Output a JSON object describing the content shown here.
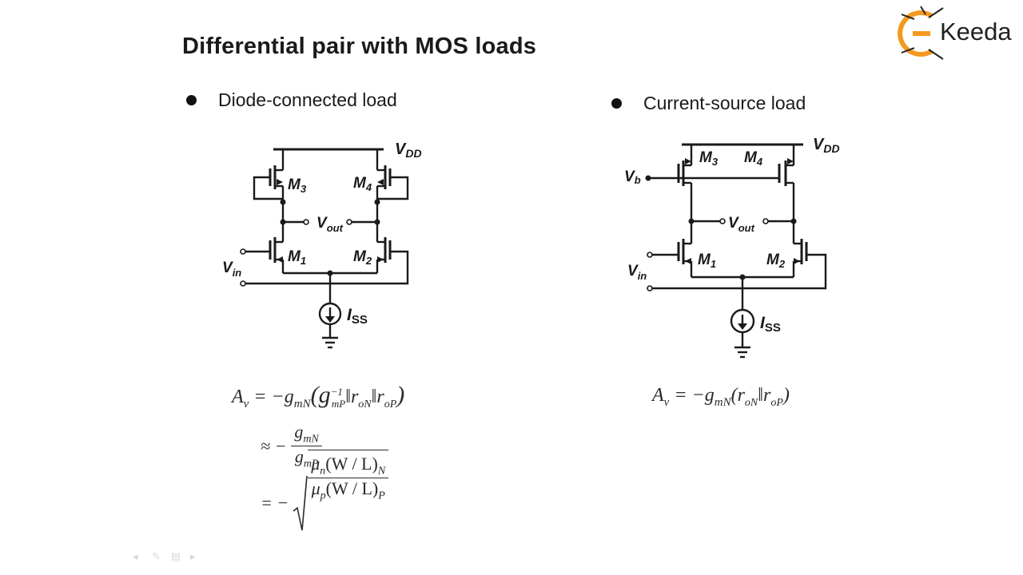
{
  "slide": {
    "title": "Differential pair with MOS loads",
    "logo_text": "Keeda"
  },
  "left": {
    "bullet": "Diode-connected load",
    "labels": {
      "vdd": "V",
      "vdd_sub": "DD",
      "m3": "M",
      "m3_sub": "3",
      "m4": "M",
      "m4_sub": "4",
      "m1": "M",
      "m1_sub": "1",
      "m2": "M",
      "m2_sub": "2",
      "vout": "V",
      "vout_sub": "out",
      "vin": "V",
      "vin_sub": "in",
      "iss": "I",
      "iss_sub": "SS"
    },
    "eq": {
      "line1_lhs": "A",
      "line1_lhs_sub": "v",
      "line1_rhs": "= −g",
      "line1_sub1": "mN",
      "line1_open": "(g",
      "line1_sup": "−1",
      "line1_sub2": "mP",
      "line1_par1": "‖r",
      "line1_sub3": "oN",
      "line1_par2": "‖r",
      "line1_sub4": "oP",
      "line1_close": ")",
      "line2_prefix": "≈ −",
      "line2_num": "g",
      "line2_num_sub": "mN",
      "line2_den": "g",
      "line2_den_sub": "mP",
      "line3_prefix": "= −",
      "line3_num": "μ",
      "line3_num_sub": "n",
      "line3_num_rest": "(W / L)",
      "line3_num_rest_sub": "N",
      "line3_den": "μ",
      "line3_den_sub": "p",
      "line3_den_rest": "(W / L)",
      "line3_den_rest_sub": "P"
    }
  },
  "right": {
    "bullet": "Current-source load",
    "labels": {
      "vdd": "V",
      "vdd_sub": "DD",
      "vb": "V",
      "vb_sub": "b",
      "m3": "M",
      "m3_sub": "3",
      "m4": "M",
      "m4_sub": "4",
      "m1": "M",
      "m1_sub": "1",
      "m2": "M",
      "m2_sub": "2",
      "vout": "V",
      "vout_sub": "out",
      "vin": "V",
      "vin_sub": "in",
      "iss": "I",
      "iss_sub": "SS"
    },
    "eq": {
      "lhs": "A",
      "lhs_sub": "v",
      "rhs": "= −g",
      "sub1": "mN",
      "open": "(r",
      "sub2": "oN",
      "par": "‖r",
      "sub3": "oP",
      "close": ")"
    }
  },
  "colors": {
    "logo_orange": "#f29a1f",
    "logo_dark": "#222222",
    "ink": "#1a1a1a"
  }
}
